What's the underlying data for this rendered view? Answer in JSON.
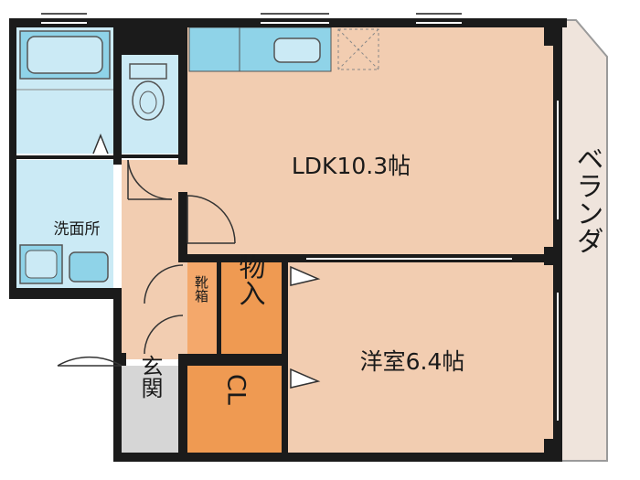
{
  "rooms": {
    "ldk": "LDK10.3帖",
    "western": "洋室6.4帖",
    "veranda": "ベランダ",
    "washroom": "洗面所",
    "shoe_box": "靴箱",
    "storage": "物入",
    "closet": "CL",
    "entrance": "玄関"
  },
  "colors": {
    "wall": "#1b1b1b",
    "floor_wood": "#f2cdb1",
    "floor_wet": "#cbeaf5",
    "fixture": "#8fd3e8",
    "storage_orange": "#ef9a52",
    "entrance_gray": "#d6d6d6",
    "veranda_beige": "#efe4dc"
  }
}
